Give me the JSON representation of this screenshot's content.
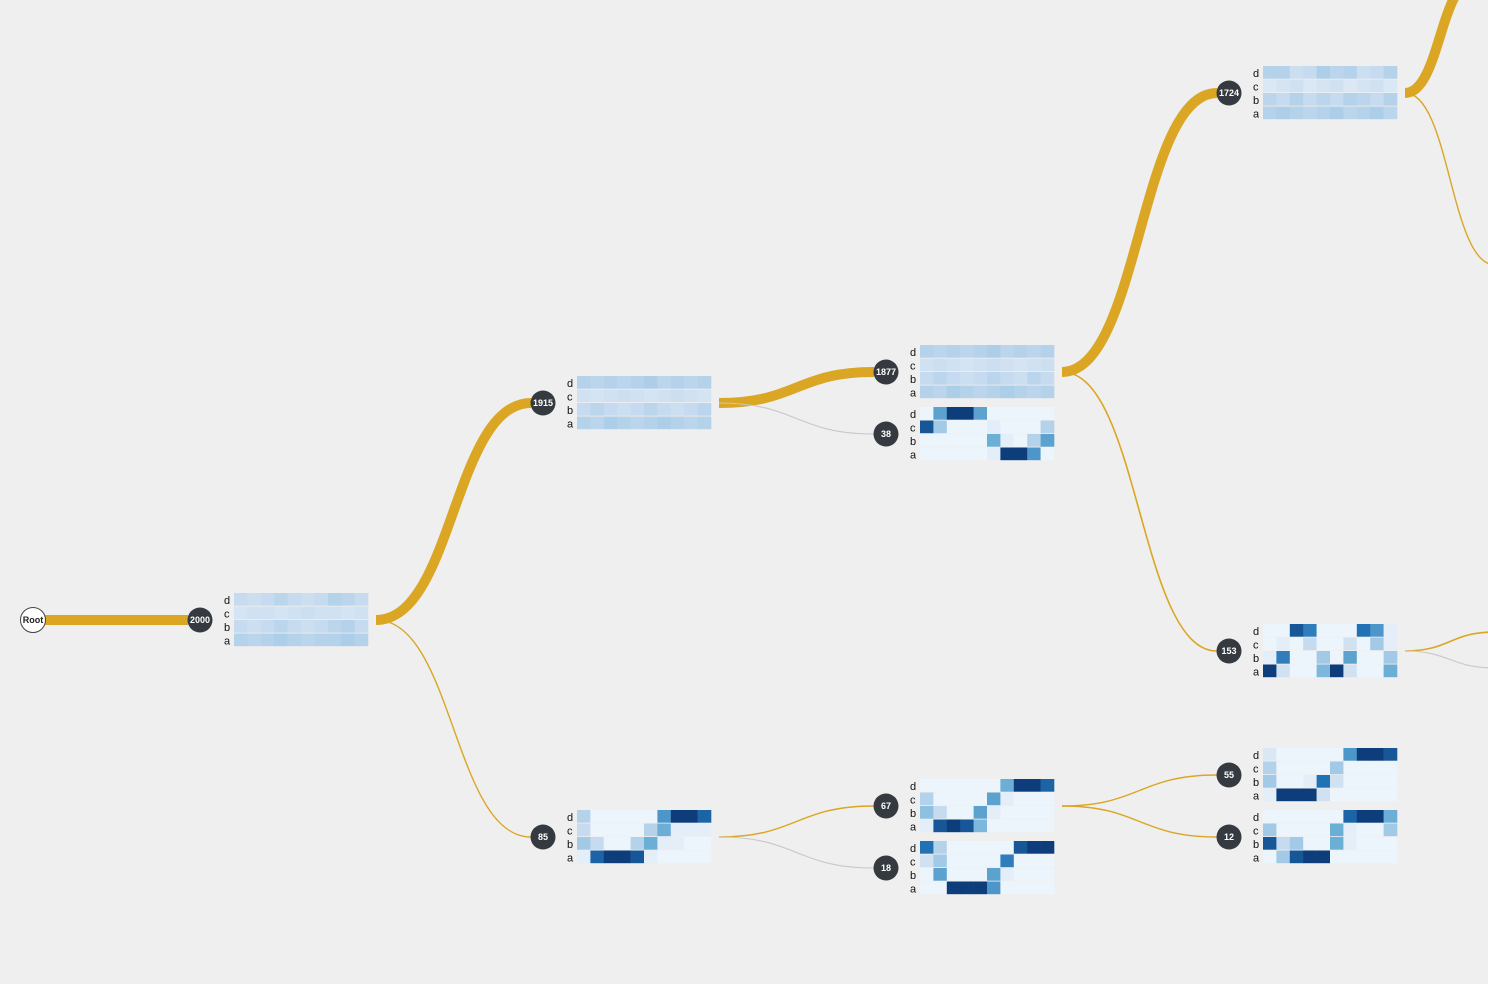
{
  "colors": {
    "background": "#efefef",
    "main_link": "#daa624",
    "minor_link": "#c8c8c8",
    "node_fill": "#343a40",
    "root_fill": "#ffffff"
  },
  "row_labels": [
    "d",
    "c",
    "b",
    "a"
  ],
  "nodes": [
    {
      "id": "root",
      "label": "Root",
      "is_root": true
    },
    {
      "id": "n2000",
      "label": "2000",
      "heat": [
        [
          0.25,
          0.22,
          0.25,
          0.28,
          0.25,
          0.22,
          0.25,
          0.3,
          0.28,
          0.25
        ],
        [
          0.18,
          0.2,
          0.2,
          0.18,
          0.2,
          0.22,
          0.2,
          0.2,
          0.18,
          0.2
        ],
        [
          0.25,
          0.22,
          0.25,
          0.28,
          0.25,
          0.22,
          0.25,
          0.28,
          0.3,
          0.25
        ],
        [
          0.3,
          0.28,
          0.3,
          0.32,
          0.3,
          0.28,
          0.3,
          0.3,
          0.32,
          0.3
        ]
      ]
    },
    {
      "id": "n1915",
      "label": "1915",
      "heat": [
        [
          0.3,
          0.28,
          0.3,
          0.28,
          0.3,
          0.32,
          0.28,
          0.3,
          0.28,
          0.3
        ],
        [
          0.2,
          0.18,
          0.2,
          0.22,
          0.2,
          0.18,
          0.2,
          0.22,
          0.2,
          0.18
        ],
        [
          0.25,
          0.28,
          0.25,
          0.22,
          0.25,
          0.28,
          0.25,
          0.22,
          0.25,
          0.28
        ],
        [
          0.3,
          0.28,
          0.32,
          0.3,
          0.28,
          0.3,
          0.32,
          0.3,
          0.28,
          0.3
        ]
      ]
    },
    {
      "id": "n85",
      "label": "85",
      "heat": [
        [
          0.3,
          0.05,
          0.05,
          0.05,
          0.05,
          0.05,
          0.6,
          0.95,
          0.95,
          0.8
        ],
        [
          0.25,
          0.05,
          0.05,
          0.05,
          0.05,
          0.3,
          0.5,
          0.1,
          0.1,
          0.1
        ],
        [
          0.35,
          0.25,
          0.05,
          0.05,
          0.3,
          0.5,
          0.1,
          0.1,
          0.05,
          0.05
        ],
        [
          0.1,
          0.8,
          0.95,
          0.95,
          0.85,
          0.1,
          0.05,
          0.05,
          0.05,
          0.05
        ]
      ]
    },
    {
      "id": "n1877",
      "label": "1877",
      "heat": [
        [
          0.3,
          0.28,
          0.3,
          0.28,
          0.3,
          0.32,
          0.28,
          0.3,
          0.28,
          0.3
        ],
        [
          0.2,
          0.22,
          0.2,
          0.18,
          0.2,
          0.22,
          0.2,
          0.18,
          0.2,
          0.22
        ],
        [
          0.25,
          0.28,
          0.25,
          0.22,
          0.25,
          0.28,
          0.25,
          0.22,
          0.28,
          0.25
        ],
        [
          0.3,
          0.28,
          0.32,
          0.3,
          0.28,
          0.3,
          0.32,
          0.3,
          0.28,
          0.3
        ]
      ]
    },
    {
      "id": "n38",
      "label": "38",
      "heat": [
        [
          0.05,
          0.55,
          0.95,
          0.95,
          0.55,
          0.05,
          0.05,
          0.05,
          0.05,
          0.05
        ],
        [
          0.85,
          0.35,
          0.05,
          0.05,
          0.05,
          0.1,
          0.05,
          0.05,
          0.05,
          0.3
        ],
        [
          0.05,
          0.05,
          0.05,
          0.05,
          0.05,
          0.5,
          0.1,
          0.05,
          0.3,
          0.55
        ],
        [
          0.05,
          0.05,
          0.05,
          0.05,
          0.05,
          0.1,
          0.95,
          0.95,
          0.6,
          0.05
        ]
      ]
    },
    {
      "id": "n67",
      "label": "67",
      "heat": [
        [
          0.05,
          0.05,
          0.05,
          0.05,
          0.05,
          0.05,
          0.5,
          0.95,
          0.95,
          0.8
        ],
        [
          0.3,
          0.05,
          0.05,
          0.05,
          0.05,
          0.55,
          0.1,
          0.05,
          0.05,
          0.05
        ],
        [
          0.4,
          0.25,
          0.05,
          0.05,
          0.55,
          0.1,
          0.05,
          0.05,
          0.05,
          0.05
        ],
        [
          0.1,
          0.85,
          0.95,
          0.85,
          0.45,
          0.05,
          0.05,
          0.05,
          0.05,
          0.05
        ]
      ]
    },
    {
      "id": "n18",
      "label": "18",
      "heat": [
        [
          0.75,
          0.3,
          0.05,
          0.05,
          0.05,
          0.05,
          0.05,
          0.85,
          0.95,
          0.95
        ],
        [
          0.2,
          0.35,
          0.05,
          0.05,
          0.05,
          0.05,
          0.7,
          0.05,
          0.05,
          0.05
        ],
        [
          0.05,
          0.55,
          0.05,
          0.05,
          0.05,
          0.55,
          0.1,
          0.05,
          0.05,
          0.05
        ],
        [
          0.05,
          0.05,
          0.95,
          0.95,
          0.95,
          0.6,
          0.05,
          0.05,
          0.05,
          0.05
        ]
      ]
    },
    {
      "id": "n1724",
      "label": "1724",
      "heat": [
        [
          0.3,
          0.3,
          0.22,
          0.25,
          0.32,
          0.28,
          0.3,
          0.22,
          0.25,
          0.3
        ],
        [
          0.15,
          0.18,
          0.2,
          0.15,
          0.18,
          0.2,
          0.15,
          0.18,
          0.2,
          0.15
        ],
        [
          0.28,
          0.25,
          0.3,
          0.25,
          0.28,
          0.25,
          0.3,
          0.28,
          0.25,
          0.3
        ],
        [
          0.3,
          0.32,
          0.3,
          0.28,
          0.3,
          0.32,
          0.28,
          0.3,
          0.32,
          0.28
        ]
      ]
    },
    {
      "id": "n153",
      "label": "153",
      "heat": [
        [
          0.05,
          0.05,
          0.85,
          0.7,
          0.05,
          0.05,
          0.05,
          0.75,
          0.6,
          0.1
        ],
        [
          0.05,
          0.1,
          0.05,
          0.25,
          0.05,
          0.05,
          0.2,
          0.05,
          0.35,
          0.1
        ],
        [
          0.1,
          0.7,
          0.05,
          0.05,
          0.35,
          0.05,
          0.55,
          0.05,
          0.05,
          0.35
        ],
        [
          0.95,
          0.2,
          0.05,
          0.05,
          0.45,
          0.95,
          0.2,
          0.05,
          0.05,
          0.5
        ]
      ]
    },
    {
      "id": "n55",
      "label": "55",
      "heat": [
        [
          0.15,
          0.05,
          0.05,
          0.05,
          0.05,
          0.05,
          0.6,
          0.95,
          0.95,
          0.85
        ],
        [
          0.3,
          0.05,
          0.05,
          0.05,
          0.05,
          0.35,
          0.05,
          0.05,
          0.05,
          0.05
        ],
        [
          0.35,
          0.05,
          0.05,
          0.1,
          0.75,
          0.2,
          0.05,
          0.05,
          0.05,
          0.05
        ],
        [
          0.1,
          0.95,
          0.95,
          0.95,
          0.2,
          0.05,
          0.05,
          0.05,
          0.05,
          0.05
        ]
      ]
    },
    {
      "id": "n12",
      "label": "12",
      "heat": [
        [
          0.05,
          0.05,
          0.05,
          0.05,
          0.05,
          0.05,
          0.8,
          0.95,
          0.95,
          0.5
        ],
        [
          0.35,
          0.05,
          0.05,
          0.05,
          0.05,
          0.5,
          0.1,
          0.05,
          0.05,
          0.35
        ],
        [
          0.85,
          0.25,
          0.35,
          0.05,
          0.05,
          0.5,
          0.1,
          0.05,
          0.05,
          0.05
        ],
        [
          0.05,
          0.35,
          0.85,
          0.95,
          0.95,
          0.05,
          0.05,
          0.05,
          0.05,
          0.05
        ]
      ]
    }
  ],
  "links": [
    {
      "from": "root",
      "to": "n2000",
      "weight": 2000,
      "main": true
    },
    {
      "from": "n2000",
      "to": "n1915",
      "weight": 1915,
      "main": true
    },
    {
      "from": "n2000",
      "to": "n85",
      "weight": 85,
      "main": true
    },
    {
      "from": "n1915",
      "to": "n1877",
      "weight": 1877,
      "main": true
    },
    {
      "from": "n1915",
      "to": "n38",
      "weight": 38,
      "main": false
    },
    {
      "from": "n85",
      "to": "n67",
      "weight": 67,
      "main": true
    },
    {
      "from": "n85",
      "to": "n18",
      "weight": 18,
      "main": false
    },
    {
      "from": "n1877",
      "to": "n1724",
      "weight": 1724,
      "main": true
    },
    {
      "from": "n1877",
      "to": "n153",
      "weight": 153,
      "main": true
    },
    {
      "from": "n67",
      "to": "n55",
      "weight": 55,
      "main": true
    },
    {
      "from": "n67",
      "to": "n12",
      "weight": 12,
      "main": true
    },
    {
      "from": "n1724",
      "to": "offscreen-top",
      "weight": 1700,
      "main": true
    },
    {
      "from": "n1724",
      "to": "offscreen-mid",
      "weight": 24,
      "main": true
    },
    {
      "from": "n153",
      "to": "offscreen-low",
      "weight": 130,
      "main": true
    },
    {
      "from": "n153",
      "to": "offscreen-low2",
      "weight": 23,
      "main": false
    }
  ]
}
